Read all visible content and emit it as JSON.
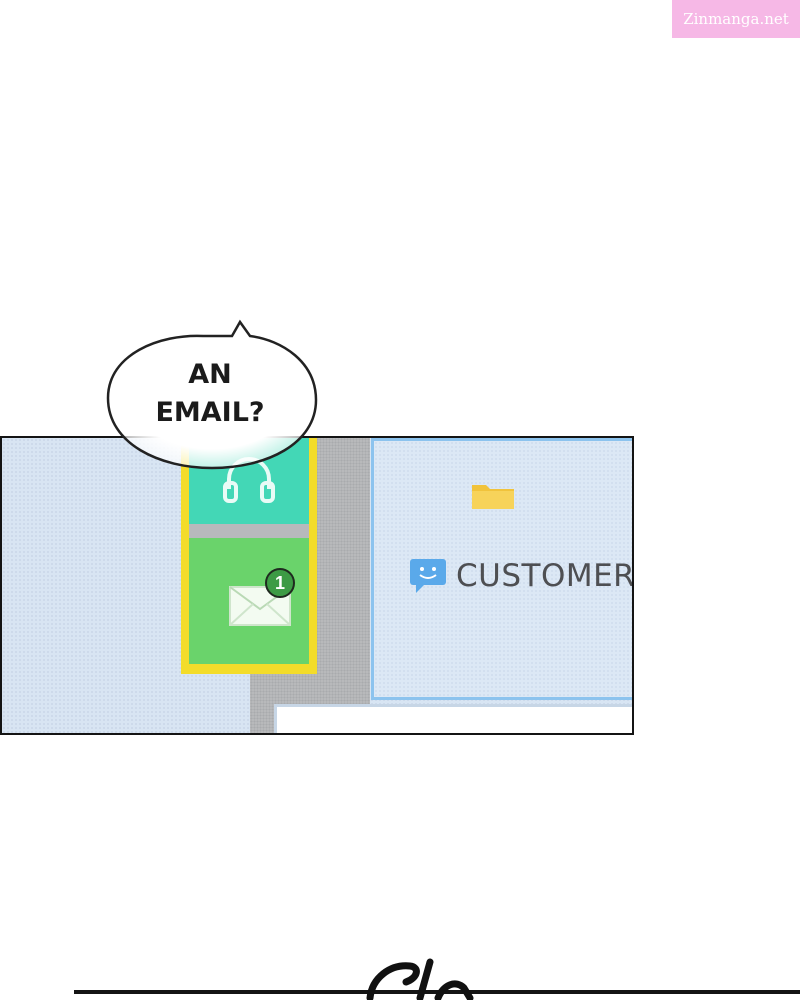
{
  "watermark": {
    "text": "Zinmanga.net",
    "color": "#f6b8e6"
  },
  "speech_bubble": {
    "line1": "AN",
    "line2": "EMAIL?"
  },
  "screen": {
    "tiles": [
      {
        "icon": "headset-icon",
        "color": "#43d7b6"
      },
      {
        "icon": "envelope-icon",
        "color": "#6ad36b",
        "badge_count": "1"
      }
    ],
    "highlight_color": "#f3dc2a",
    "window": {
      "folder_icon": "folder-icon",
      "chat_icon": "chat-smile-icon",
      "label": "CUSTOMER"
    }
  }
}
